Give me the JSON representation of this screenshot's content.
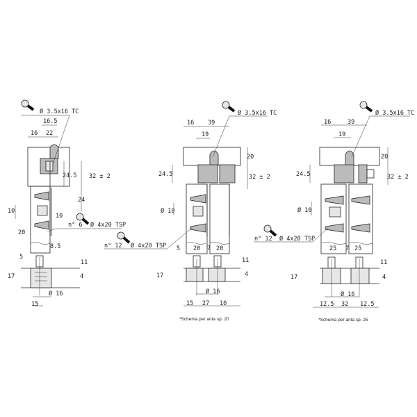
{
  "drawings": [
    {
      "screw_top": "Ø 3.5x16 TC",
      "screw_side_count": "n° 6",
      "screw_side": "Ø 4x20 TSP",
      "dims": {
        "a": "16.5",
        "b": "16",
        "c": "22",
        "d": "24.5",
        "e": "32 ± 2",
        "f": "24",
        "g": "10",
        "h": "10",
        "i": "20",
        "j": "8.5",
        "k": "5",
        "l": "11",
        "m": "17",
        "n": "4",
        "o": "Ø 16",
        "p": "15"
      }
    },
    {
      "screw_top": "Ø 3.5x16 TC",
      "screw_side_count": "n° 12",
      "screw_side": "Ø 4x20 TSP",
      "dims": {
        "a": "16",
        "b": "39",
        "c": "19",
        "d": "20",
        "e": "24.5",
        "f": "32 ± 2",
        "g": "Ø 10",
        "h": "5",
        "i": "20",
        "j": "7",
        "k": "20",
        "l": "11",
        "m": "17",
        "n": "4",
        "o": "Ø 16",
        "p": "15",
        "q": "27",
        "r": "10"
      },
      "caption": "*Schema per anta sp. 20"
    },
    {
      "screw_top": "Ø 3.5x16 TC",
      "screw_side_count": "n° 12",
      "screw_side": "Ø 4x20 TSP",
      "dims": {
        "a": "16",
        "b": "39",
        "c": "19",
        "d": "20",
        "e": "24.5",
        "f": "32 ± 2",
        "g": "Ø 10",
        "h": "25",
        "i": "7",
        "j": "25",
        "k": "11",
        "l": "17",
        "m": "4",
        "n": "Ø 16",
        "o": "12.5",
        "p": "32",
        "q": "12.5"
      },
      "caption": "*Schema per anta sp. 25"
    }
  ]
}
